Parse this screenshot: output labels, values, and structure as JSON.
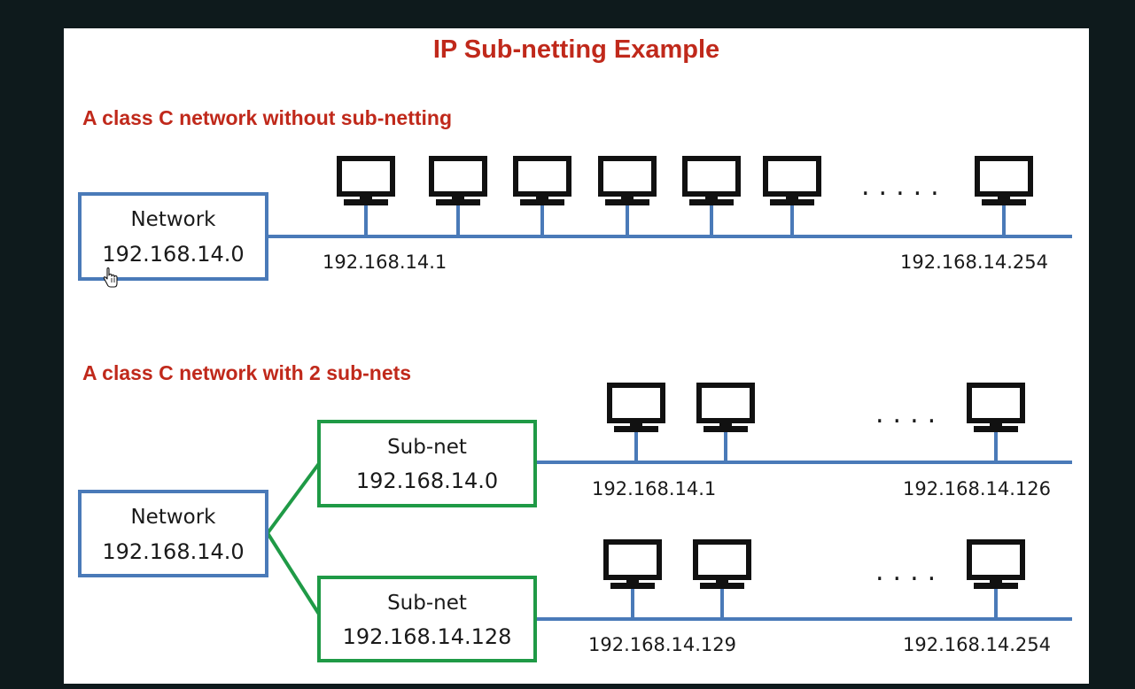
{
  "title": "IP Sub-netting Example",
  "section1": {
    "heading": "A class C network without sub-netting",
    "network": {
      "label": "Network",
      "address": "192.168.14.0"
    },
    "first_host": "192.168.14.1",
    "last_host": "192.168.14.254",
    "ellipsis": "....."
  },
  "section2": {
    "heading": "A class C network with 2 sub-nets",
    "network": {
      "label": "Network",
      "address": "192.168.14.0"
    },
    "subnet_a": {
      "label": "Sub-net",
      "address": "192.168.14.0",
      "first_host": "192.168.14.1",
      "last_host": "192.168.14.126",
      "ellipsis": "...."
    },
    "subnet_b": {
      "label": "Sub-net",
      "address": "192.168.14.128",
      "first_host": "192.168.14.129",
      "last_host": "192.168.14.254",
      "ellipsis": "...."
    }
  },
  "colors": {
    "title": "#c0291b",
    "network_border": "#4a7ab8",
    "subnet_border": "#1f9a46",
    "wire": "#4a7ab8",
    "background": "#0e1a1c"
  },
  "icons": [
    "computer-icon",
    "hand-cursor-icon"
  ]
}
